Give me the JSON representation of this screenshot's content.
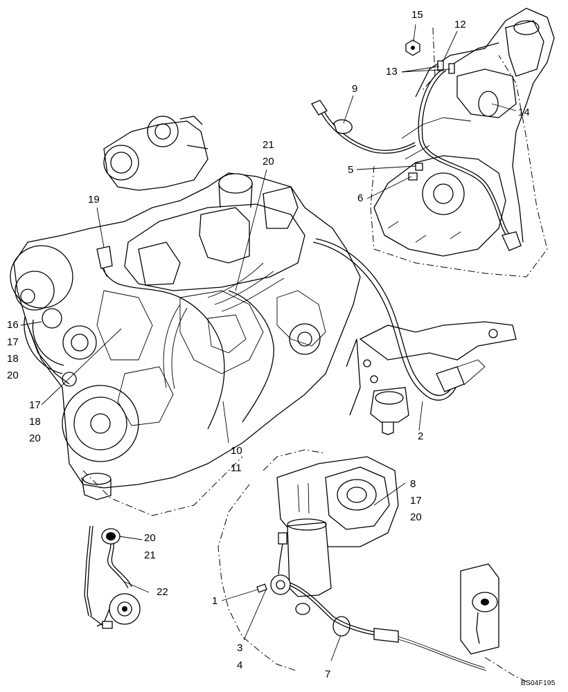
{
  "figure": {
    "reference_code": "BS04F195",
    "callouts": {
      "c15": "15",
      "c12": "12",
      "c13": "13",
      "c9": "9",
      "c14": "14",
      "c5": "5",
      "c6": "6",
      "c21a": "21",
      "c20a": "20",
      "c19": "19",
      "c16": "16",
      "c17a": "17",
      "c18a": "18",
      "c20b": "20",
      "c17b": "17",
      "c18b": "18",
      "c20c": "20",
      "c10": "10",
      "c11": "11",
      "c2": "2",
      "c8": "8",
      "c17c": "17",
      "c20d": "20",
      "c20e": "20",
      "c21b": "21",
      "c22": "22",
      "c1": "1",
      "c3": "3",
      "c4": "4",
      "c7": "7"
    }
  }
}
